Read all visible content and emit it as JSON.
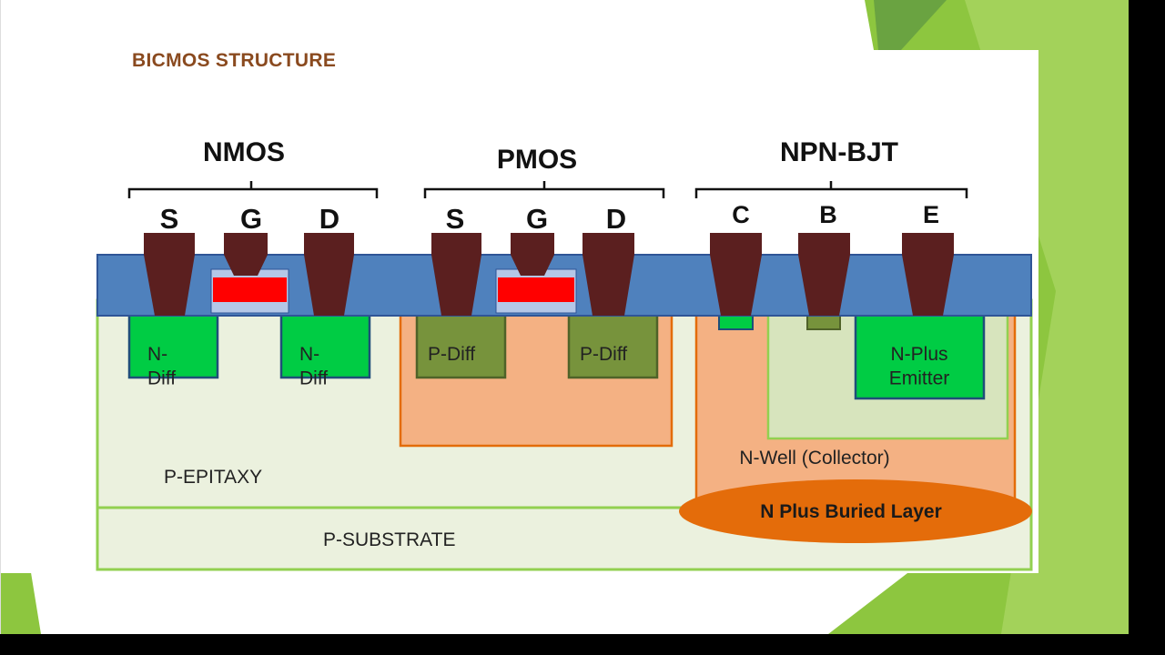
{
  "slide": {
    "title": "BICMOS STRUCTURE"
  },
  "diagram": {
    "devices": [
      {
        "name": "NMOS",
        "terminals": [
          "S",
          "G",
          "D"
        ]
      },
      {
        "name": "PMOS",
        "terminals": [
          "S",
          "G",
          "D"
        ]
      },
      {
        "name": "NPN-BJT",
        "terminals": [
          "C",
          "B",
          "E"
        ]
      }
    ],
    "regions": {
      "n_diff": "N-\nDiff",
      "p_diff": "P-Diff",
      "n_plus_emitter": "N-Plus\nEmitter",
      "n_well_collector": "N-Well (Collector)",
      "n_plus_buried_layer": "N Plus Buried Layer",
      "p_epitaxy": "P-EPITAXY",
      "p_substrate": "P-SUBSTRATE"
    }
  },
  "colors": {
    "oxide": "#4f81bd",
    "contact": "#5b1f1f",
    "gate_poly": "#ff0000",
    "gate_oxide": "#b4c7e7",
    "n_diff": "#00cc44",
    "p_diff": "#77933c",
    "well_orange": "#f4b183",
    "well_orange_border": "#e36c09",
    "p_base": "#d7e4bd",
    "p_epitaxy": "#ebf1de",
    "substrate_border": "#92d050",
    "buried_layer": "#e46c0a",
    "title": "#8a4a1f",
    "background_accent": "#8dc63f"
  }
}
